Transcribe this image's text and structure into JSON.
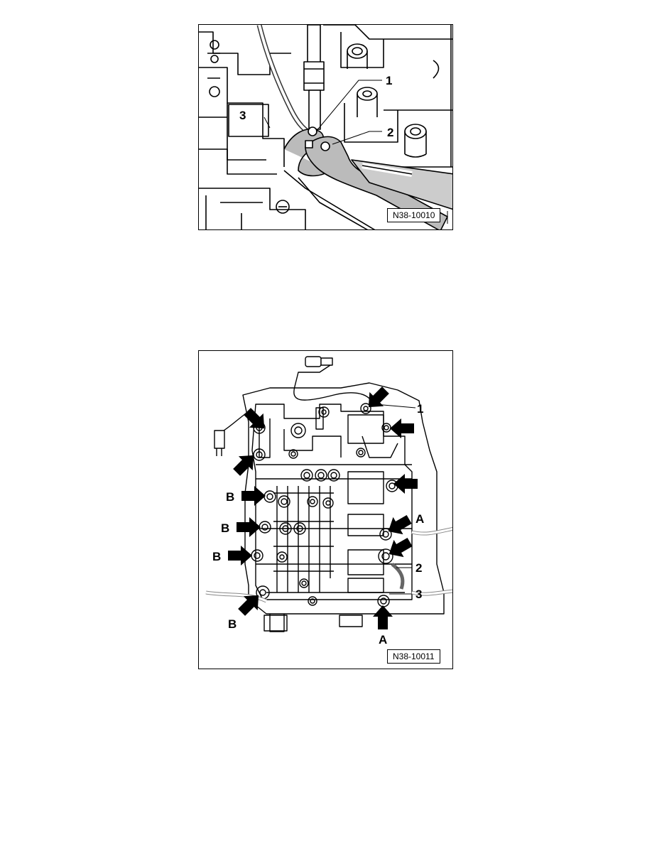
{
  "figures": [
    {
      "code": "N38-10010",
      "callouts": {
        "c1": "1",
        "c2": "2",
        "c3": "3"
      }
    },
    {
      "code": "N38-10011",
      "callouts": {
        "c1": "1",
        "c2": "2",
        "c3": "3",
        "a_top": "A",
        "a_bottom": "A",
        "b1": "B",
        "b2": "B",
        "b3": "B",
        "b4": "B"
      }
    }
  ]
}
